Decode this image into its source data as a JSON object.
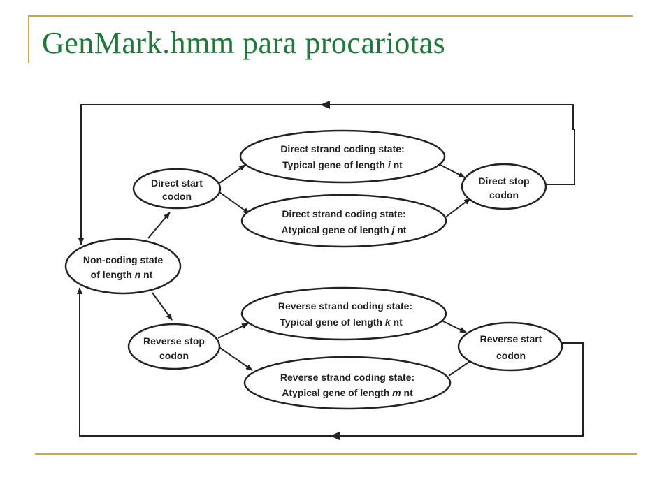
{
  "slide": {
    "title": "GenMark.hmm para procariotas"
  },
  "diagram": {
    "nodes": {
      "non_coding": {
        "line1": "Non-coding state",
        "line2_pre": "of length ",
        "line2_var": "n",
        "line2_post": " nt"
      },
      "direct_start": {
        "line1": "Direct start",
        "line2": "codon"
      },
      "direct_typical": {
        "line1": "Direct strand coding state:",
        "line2_pre": "Typical gene of length ",
        "line2_var": "i",
        "line2_post": " nt"
      },
      "direct_atypical": {
        "line1": "Direct strand coding state:",
        "line2_pre": "Atypical gene of length ",
        "line2_var": "j",
        "line2_post": " nt"
      },
      "direct_stop": {
        "line1": "Direct stop",
        "line2": "codon"
      },
      "reverse_stop": {
        "line1": "Reverse stop",
        "line2": "codon"
      },
      "reverse_typical": {
        "line1": "Reverse strand coding state:",
        "line2_pre": "Typical gene of length ",
        "line2_var": "k",
        "line2_post": " nt"
      },
      "reverse_atypical": {
        "line1": "Reverse strand coding state:",
        "line2_pre": "Atypical gene of length ",
        "line2_var": "m",
        "line2_post": " nt"
      },
      "reverse_start": {
        "line1": "Reverse start",
        "line2": "codon"
      }
    }
  }
}
